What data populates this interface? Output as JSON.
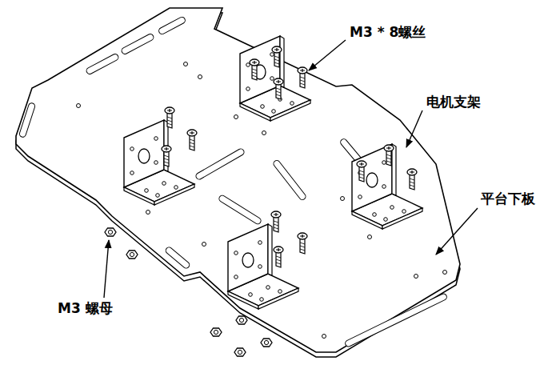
{
  "diagram": {
    "labels": [
      "M3 * 8螺丝",
      "电机支架",
      "平台下板",
      "M3 螺母"
    ]
  }
}
